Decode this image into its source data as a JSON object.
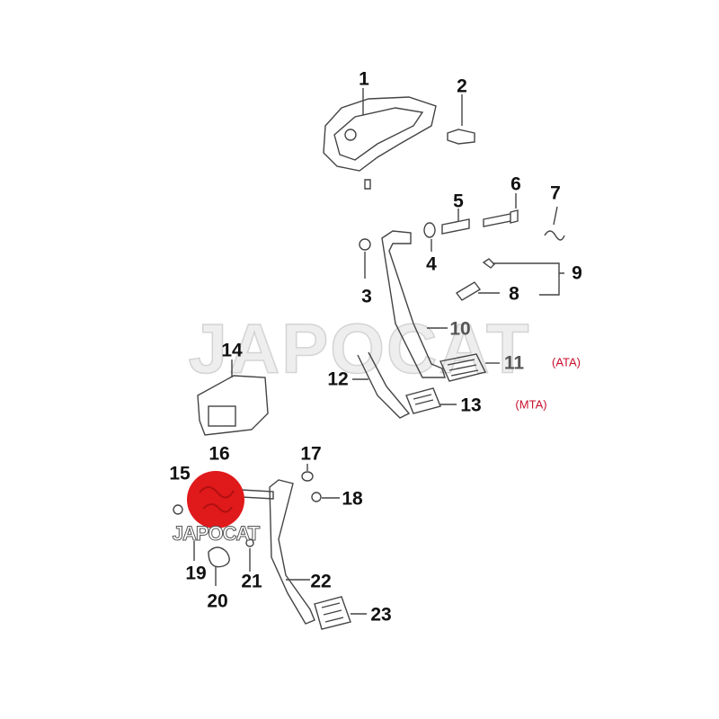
{
  "watermark": "JAPOCAT",
  "logo": {
    "text": "JAPOCAT",
    "color": "#e0191b"
  },
  "parts": [
    {
      "label": "1"
    },
    {
      "label": "2"
    },
    {
      "label": "3"
    },
    {
      "label": "4"
    },
    {
      "label": "5"
    },
    {
      "label": "6"
    },
    {
      "label": "7"
    },
    {
      "label": "8"
    },
    {
      "label": "9"
    },
    {
      "label": "10"
    },
    {
      "label": "11"
    },
    {
      "label": "12"
    },
    {
      "label": "13"
    },
    {
      "label": "14"
    },
    {
      "label": "15"
    },
    {
      "label": "16"
    },
    {
      "label": "17"
    },
    {
      "label": "18"
    },
    {
      "label": "19"
    },
    {
      "label": "20"
    },
    {
      "label": "21"
    },
    {
      "label": "22"
    },
    {
      "label": "23"
    }
  ],
  "notes": {
    "ata": "(ATA)",
    "mta": "(MTA)"
  }
}
